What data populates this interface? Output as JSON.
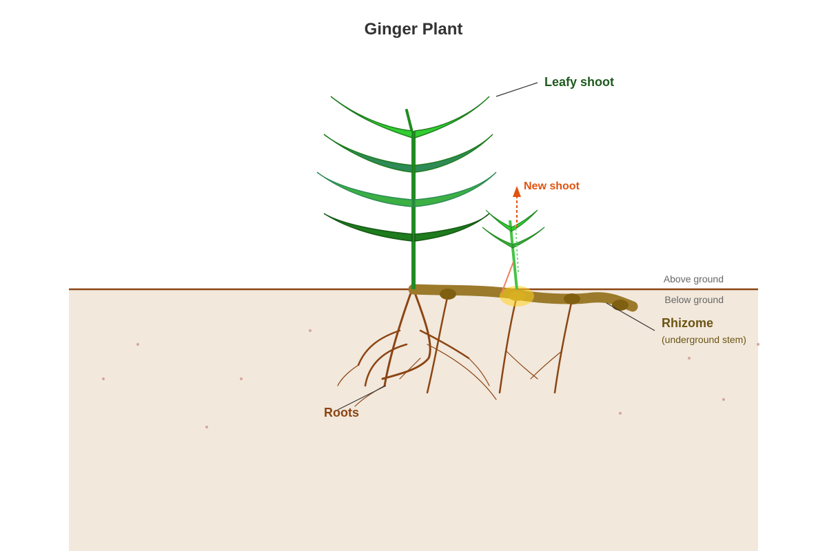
{
  "title": "Ginger Plant",
  "labels": {
    "leafy_shoot": "Leafy shoot",
    "new_shoot": "New shoot",
    "above_ground": "Above ground",
    "below_ground": "Below ground",
    "rhizome": "Rhizome",
    "rhizome_sub": "(underground stem)",
    "roots": "Roots"
  },
  "colors": {
    "title": "#333333",
    "soil": "#f2e8dc",
    "ground_line": "#8b4513",
    "soil_speck": "#d4a79a",
    "stem": "#228b22",
    "leaf_light": "#32cd32",
    "leaf_mid": "#2e8b57",
    "leaf_green": "#3cb043",
    "leaf_dark": "#1e7b1e",
    "new_shoot_stem": "#44c444",
    "new_shoot_label": "#e2530f",
    "rhizome": "#9b7a2b",
    "rhizome_node": "#7f6010",
    "rhizome_label": "#6b5413",
    "roots": "#8b4513",
    "ground_label": "#666666",
    "highlight": "#ffd21f",
    "leader": "#333333"
  }
}
